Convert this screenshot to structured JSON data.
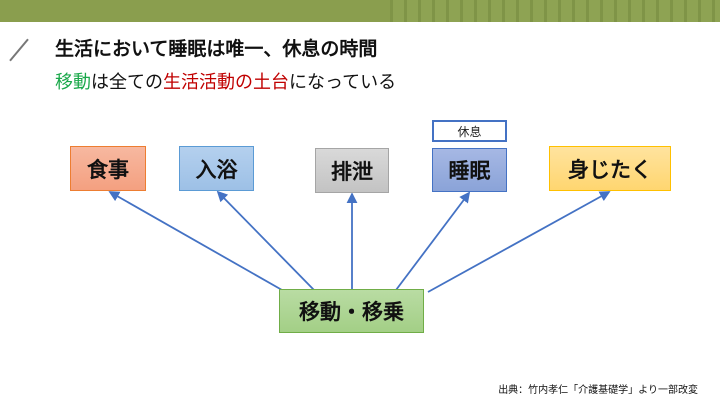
{
  "header": {
    "title": "生活において睡眠は唯一、休息の時間",
    "subtitle": {
      "part1": "移動",
      "part2": "は全ての",
      "part3": "生活活動の土台",
      "part4": "になっている"
    }
  },
  "diagram": {
    "activities": [
      {
        "label": "食事",
        "color": "#f4a484"
      },
      {
        "label": "入浴",
        "color": "#9dc3e6"
      },
      {
        "label": "排泄",
        "color": "#c9c9c9"
      },
      {
        "label": "睡眠",
        "color": "#8faadc"
      },
      {
        "label": "身じたく",
        "color": "#ffd97a"
      }
    ],
    "sleep_note": "休息",
    "base": {
      "label": "移動・移乗",
      "color": "#a9d18e"
    },
    "arrow_color": "#4472c4"
  },
  "footer": {
    "source": "出典：竹内孝仁「介護基礎学」より一部改変"
  }
}
